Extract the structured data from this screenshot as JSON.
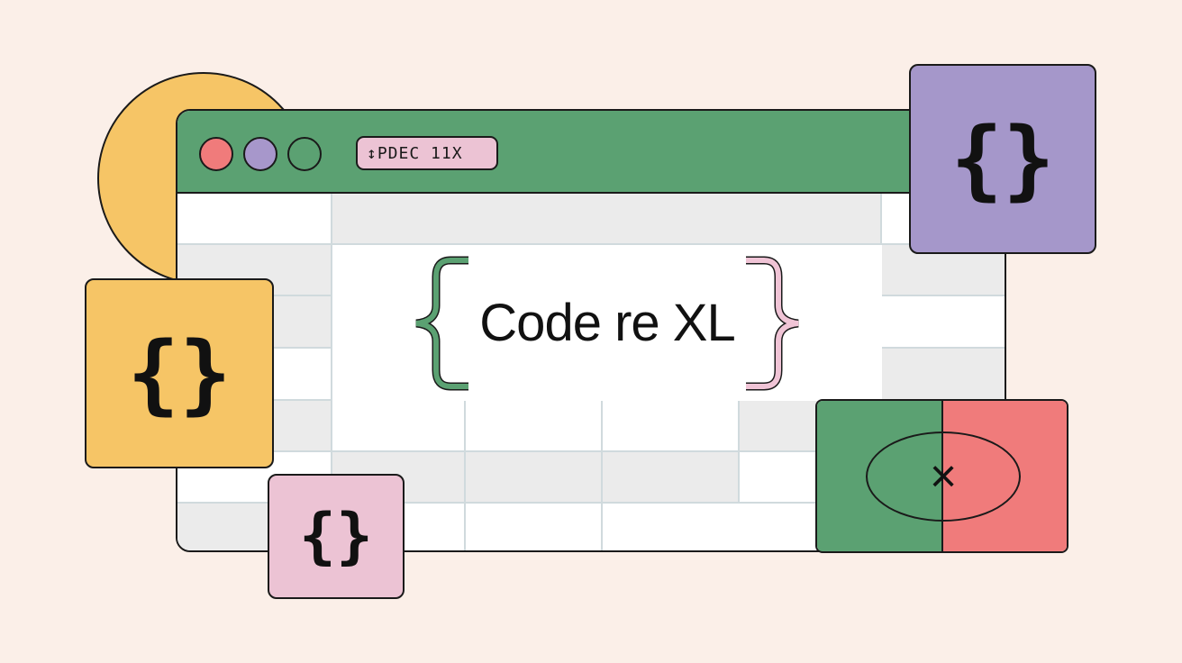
{
  "window": {
    "badge_label": "↕PDEC 11X",
    "traffic_lights": [
      {
        "name": "close",
        "color": "#f07b7b"
      },
      {
        "name": "minimize",
        "color": "#a797cb"
      },
      {
        "name": "maximize",
        "color": "#5ba172"
      }
    ]
  },
  "hero": {
    "open_brace": "{",
    "title": "Code re XL",
    "close_brace": "}",
    "open_brace_color": "#5ba172",
    "close_brace_color": "#f0c4d6"
  },
  "cards": [
    {
      "name": "yellow-code-card",
      "glyph": "{}",
      "color": "#f6c566"
    },
    {
      "name": "purple-code-card",
      "glyph": "{}",
      "color": "#a597ca"
    },
    {
      "name": "pink-code-card",
      "glyph": "{}",
      "color": "#ecc3d4"
    }
  ],
  "split_card": {
    "glyph": "×",
    "left_color": "#5ba172",
    "right_color": "#f07b7b"
  }
}
